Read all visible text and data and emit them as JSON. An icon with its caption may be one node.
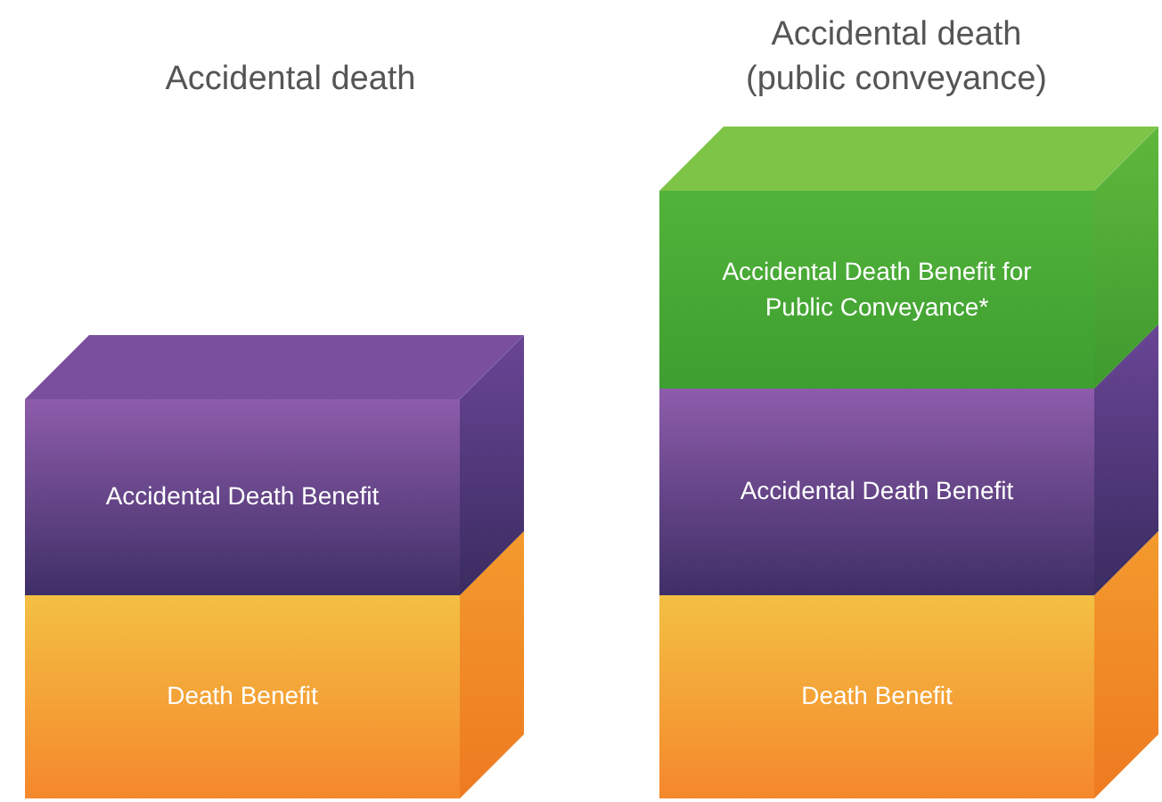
{
  "diagram": {
    "nodes": [
      {
        "text": [
          "Accidental Death Benefit"
        ]
      },
      {
        "text": [
          "Death Benefit"
        ]
      },
      {
        "text": [
          "Accidental Death Benefit for Public Conveyance*"
        ]
      },
      {
        "text": [
          "Accidental Death Benefit"
        ]
      },
      {
        "text": [
          "Death Benefit"
        ]
      }
    ],
    "edges": [],
    "labels": [
      "Accidental death",
      "Accidental death (public conveyance)"
    ]
  }
}
